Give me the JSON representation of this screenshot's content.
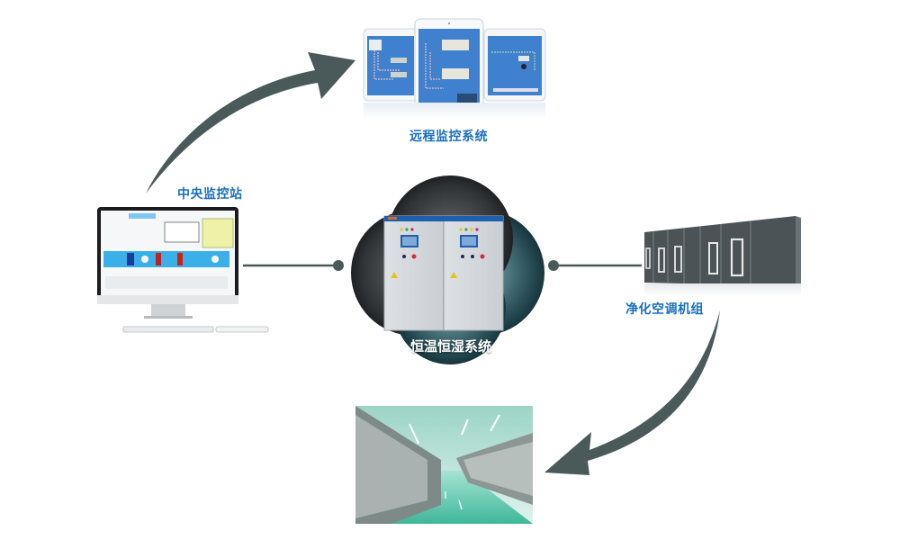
{
  "diagram": {
    "nodes": {
      "remote": {
        "label": "远程监控系统",
        "icon": "tablets-icon"
      },
      "central": {
        "label": "中央监控站",
        "icon": "desktop-monitor-icon"
      },
      "core": {
        "label": "恒温恒湿系统",
        "icon": "control-cabinet-icon"
      },
      "ahu": {
        "label": "净化空调机组",
        "icon": "air-handling-unit-icon"
      },
      "cleanroom": {
        "label": "",
        "icon": "cleanroom-photo"
      }
    },
    "edges": [
      {
        "from": "central",
        "to": "remote",
        "type": "curved-arrow"
      },
      {
        "from": "central",
        "to": "core",
        "type": "line-dot"
      },
      {
        "from": "ahu",
        "to": "core",
        "type": "line-dot"
      },
      {
        "from": "ahu",
        "to": "cleanroom",
        "type": "curved-arrow"
      }
    ]
  },
  "colors": {
    "label_blue": "#1a6fbf",
    "arrow": "#4a5a5a",
    "screen_blue": "#3a7fd0",
    "cabinet_header": "#1e5fae",
    "ahu_body": "#4b5357",
    "floor_green": "#5fc9b0"
  }
}
